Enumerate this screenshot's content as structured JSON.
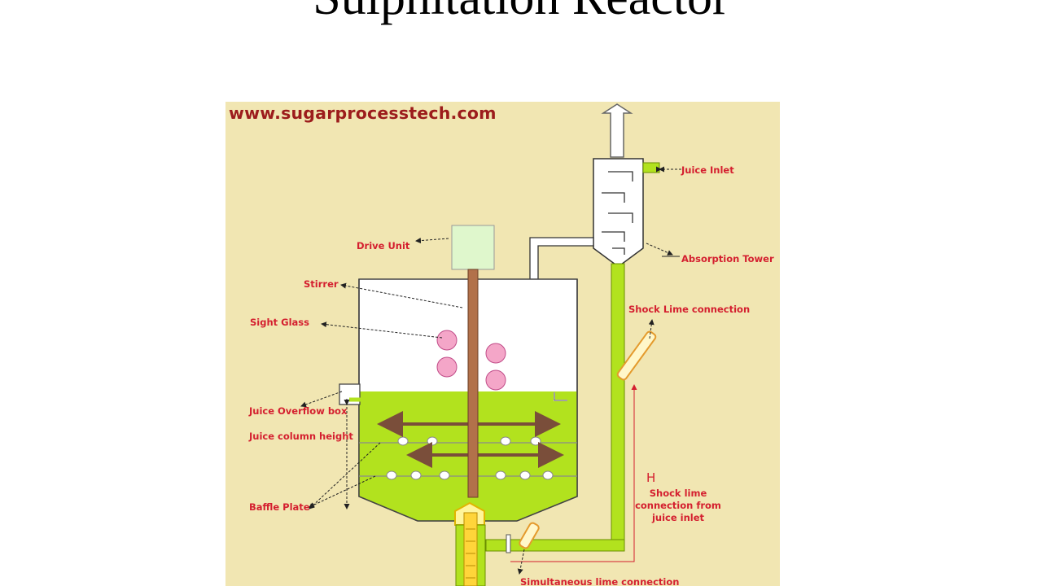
{
  "slide": {
    "title": "Sulphitation Reactor"
  },
  "diagram": {
    "watermark": "www.sugarprocesstech.com",
    "labels": {
      "juice_inlet": "Juice Inlet",
      "absorption_tower": "Absorption Tower",
      "drive_unit": "Drive Unit",
      "stirrer": "Stirrer",
      "sight_glass": "Sight Glass",
      "shock_lime_connection": "Shock Lime connection",
      "juice_overflow_box": "Juice Overflow box",
      "juice_column_height": "Juice column height",
      "baffle_plate": "Baffle Plate",
      "height_marker": "H",
      "shock_lime_from_juice_inlet": "Shock lime connection from juice inlet",
      "simultaneous_lime_connection": "Simultaneous lime connection"
    },
    "colors": {
      "background": "#f1e6b2",
      "juice": "#b2e21e",
      "label": "#d41f2f",
      "watermark": "#9c1c1c",
      "stirrer_shaft": "#b2714a",
      "sight_glass": "#f4a6c8"
    }
  }
}
